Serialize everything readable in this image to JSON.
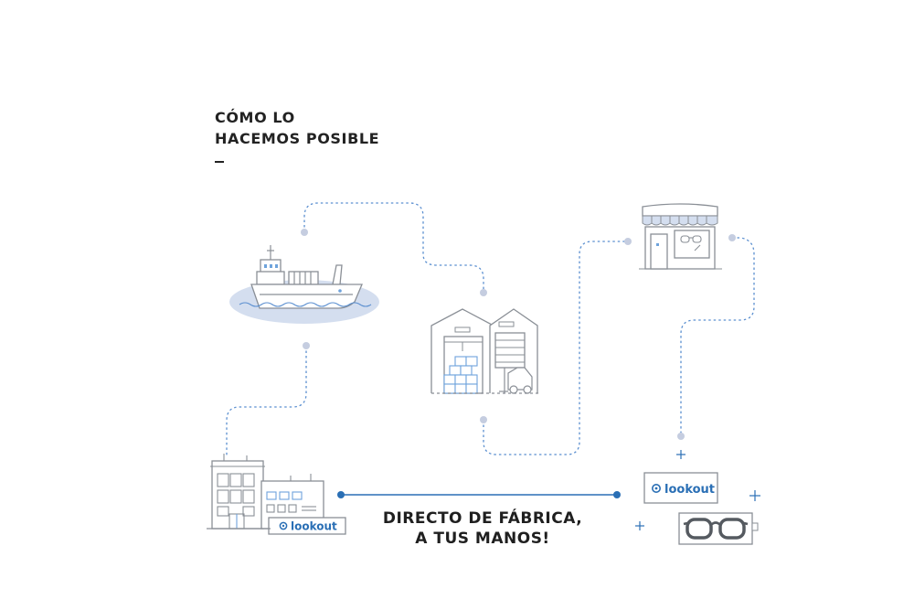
{
  "heading": {
    "line1": "CÓMO LO",
    "line2": "HACEMOS POSIBLE",
    "dash": "_"
  },
  "tagline": {
    "line1": "DIRECTO DE FÁBRICA,",
    "line2": "A TUS MANOS!"
  },
  "brand": {
    "factory_sign": "lookout",
    "box_label": "lookout"
  },
  "colors": {
    "accent_blue": "#2a6fb5",
    "light_blue": "#9fc4e8",
    "water": "#d4deef",
    "line_gray": "#8a8f96",
    "dot": "#c5cde0"
  }
}
